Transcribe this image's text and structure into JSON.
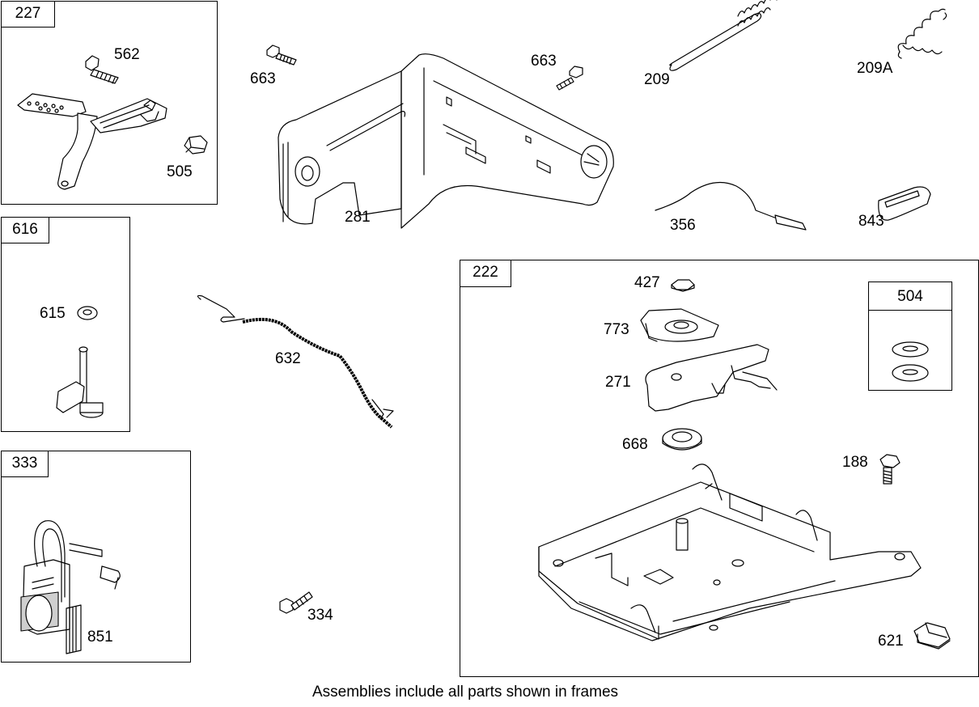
{
  "frames": [
    {
      "id": "227"
    },
    {
      "id": "616"
    },
    {
      "id": "333"
    },
    {
      "id": "222"
    },
    {
      "id": "504"
    }
  ],
  "callouts": {
    "p562": "562",
    "p505": "505",
    "p663a": "663",
    "p663b": "663",
    "p281": "281",
    "p209": "209",
    "p209a": "209A",
    "p356": "356",
    "p843": "843",
    "p615": "615",
    "p632": "632",
    "p851": "851",
    "p334": "334",
    "p427": "427",
    "p773": "773",
    "p271": "271",
    "p668": "668",
    "p188": "188",
    "p621": "621"
  },
  "footer": "Assemblies include all parts shown in frames"
}
